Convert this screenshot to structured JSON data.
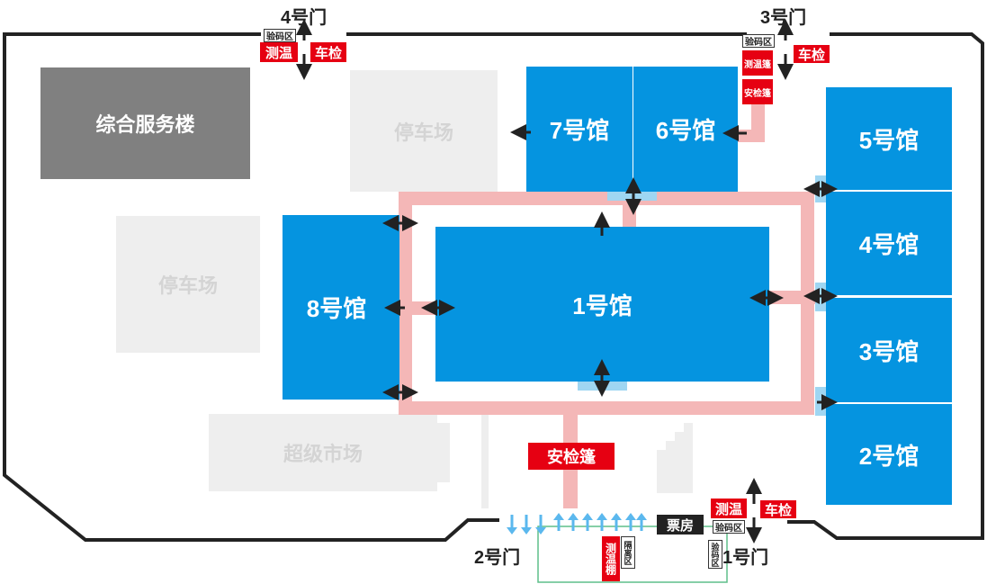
{
  "buildings": {
    "service": "综合服务楼",
    "hall1": "1号馆",
    "hall2": "2号馆",
    "hall3": "3号馆",
    "hall4": "4号馆",
    "hall5": "5号馆",
    "hall6": "6号馆",
    "hall7": "7号馆",
    "hall8": "8号馆",
    "parking": "停车场",
    "supermarket": "超级市场",
    "ticket": "票房"
  },
  "gates": {
    "gate1": "1号门",
    "gate2": "2号门",
    "gate3": "3号门",
    "gate4": "4号门"
  },
  "checkpoints": {
    "temp_check": "测温",
    "vehicle_check": "车检",
    "code_check": "验码区",
    "temp_tent": "测温篷",
    "security_tent": "安检篷",
    "temp_shed": "测温棚",
    "isolation": "隔离区"
  },
  "colors": {
    "hall": "#0594e0",
    "path": "#f4b7b7",
    "alert": "#e60012",
    "service": "#808080",
    "lot": "#eeeeee"
  }
}
